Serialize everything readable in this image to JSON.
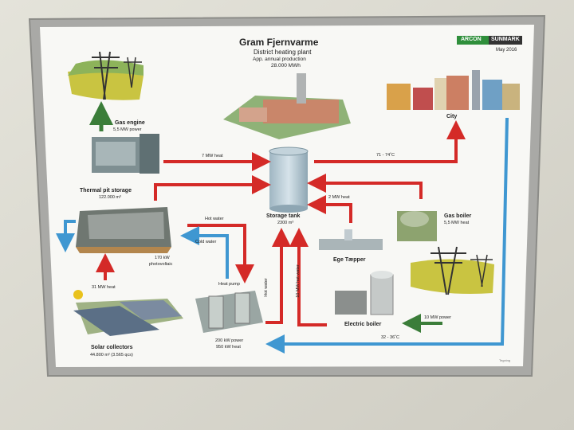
{
  "poster": {
    "title": "Gram Fjernvarme",
    "subtitle": "District heating plant",
    "production": "App. annual production",
    "production_value": "28.000 MWh",
    "logo_left": "ARCON",
    "logo_right": "SUNMARK",
    "date": "May 2016",
    "footer": "Tegning"
  },
  "labels": {
    "gas_engine": "Gas engine",
    "gas_engine_power": "5,5 MW power",
    "gas_engine_heat": "7 MW heat",
    "city": "City",
    "city_temp": "71 - 74˚C",
    "thermal_pit": "Thermal pit storage",
    "thermal_pit_volume": "122.000 m³",
    "hot_water": "Hot water",
    "cold_water": "Cold water",
    "pv": "170 kW",
    "pv2": "photovoltaic",
    "solar_heat": "31 MW heat",
    "solar": "Solar collectors",
    "solar_area": "44.800 m² (3.565 qcs)",
    "heat_pump": "Heat pump",
    "heat_pump_power": "200 kW power",
    "heat_pump_heat": "950 kW heat",
    "storage": "Storage tank",
    "storage_volume": "2300 m³",
    "ege_heat": "2 MW heat",
    "ege": "Ege Tæpper",
    "gas_boiler": "Gas boiler",
    "gas_boiler_heat": "5,5 MW heat",
    "hot_water_vertical": "Hot water",
    "ten_mw_hot": "10 MW hot water",
    "electric_boiler": "Electric boiler",
    "ten_mw_power": "10 MW power",
    "return_temp": "32 - 36˚C"
  },
  "colors": {
    "frame": "#a9a9a6",
    "poster": "#f8f8f5",
    "red_arrow": "#d42a27",
    "blue_arrow": "#3f97d1",
    "green_arrow": "#3b7d39",
    "logo_green": "#2f8f3b"
  }
}
